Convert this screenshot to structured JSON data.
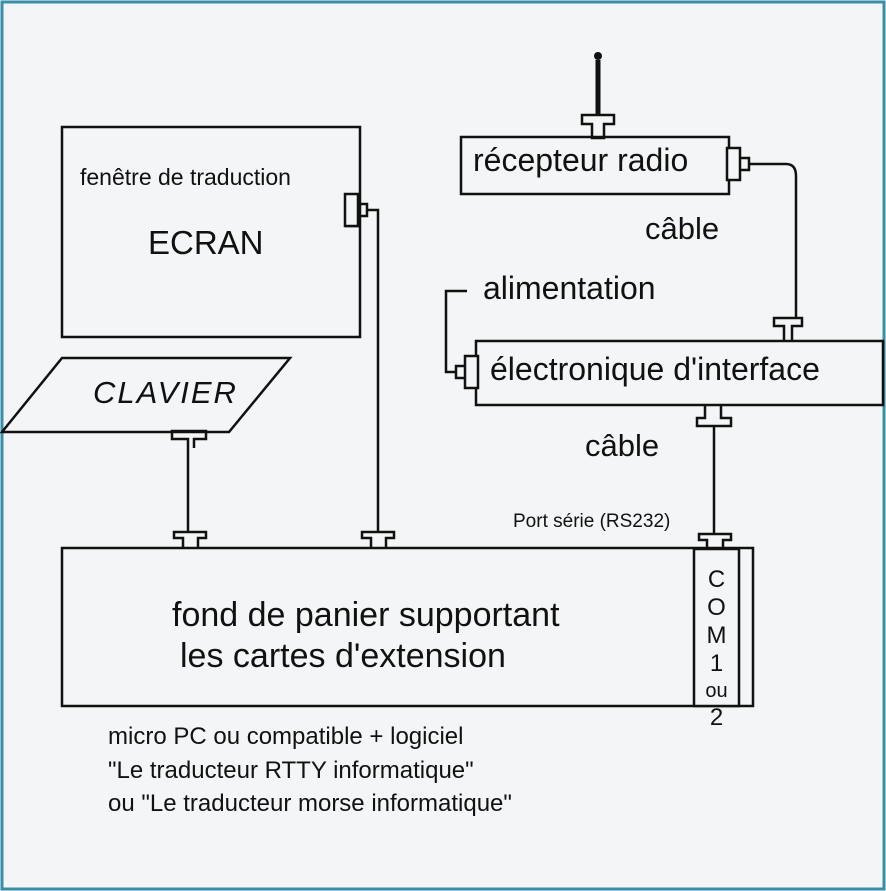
{
  "diagram": {
    "screen": {
      "caption": "fenêtre de traduction",
      "label": "ECRAN"
    },
    "keyboard": {
      "label": "CLAVIER"
    },
    "receiver": {
      "label": "récepteur radio"
    },
    "cable_top": "câble",
    "power": "alimentation",
    "interface": {
      "label": "électronique d'interface"
    },
    "cable_bottom": "câble",
    "serial_port": "Port série (RS232)",
    "backplane": {
      "line1": "fond de panier supportant",
      "line2": "les cartes d'extension"
    },
    "com_card": {
      "chars": [
        "C",
        "O",
        "M",
        "1",
        "ou",
        "2"
      ]
    },
    "footer": {
      "line1": "micro PC ou compatible + logiciel",
      "line2": "\"Le traducteur RTTY informatique\"",
      "line3": "ou \"Le traducteur morse informatique\""
    }
  },
  "colors": {
    "background": "#f3f5f6",
    "border": "#3b8ea8",
    "ink": "#111111"
  }
}
